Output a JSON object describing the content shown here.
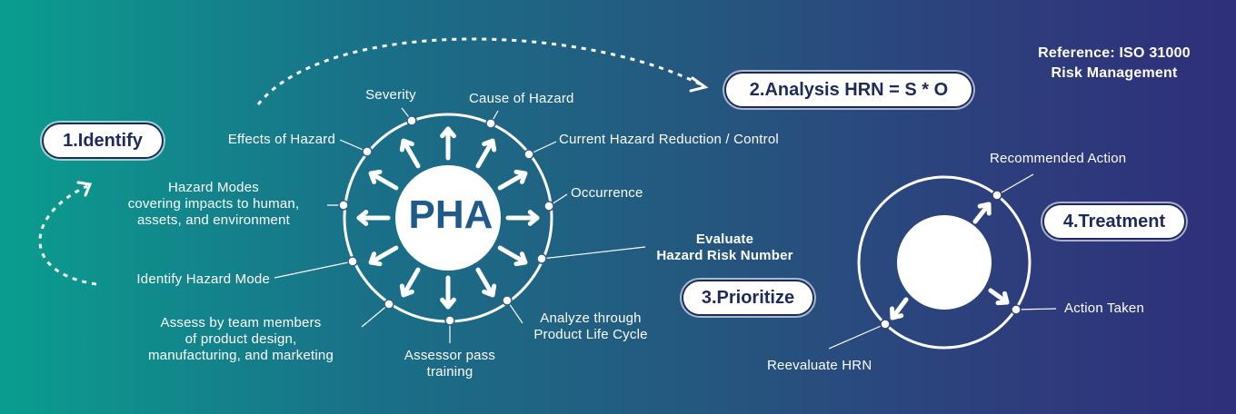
{
  "steps": {
    "identify": "1.Identify",
    "analysis": "2.Analysis HRN = S * O",
    "prioritize": "3.Prioritize",
    "treatment": "4.Treatment"
  },
  "reference": {
    "line1": "Reference: ISO 31000",
    "line2": "Risk Management"
  },
  "pha": {
    "center": "PHA",
    "labels": {
      "severity": "Severity",
      "cause": "Cause of Hazard",
      "effects": "Effects of Hazard",
      "current_control": "Current Hazard Reduction / Control",
      "hazard_modes_1": "Hazard Modes",
      "hazard_modes_2": "covering impacts to human,",
      "hazard_modes_3": "assets, and environment",
      "occurrence": "Occurrence",
      "identify_mode": "Identify Hazard Mode",
      "assess_team_1": "Assess by team members",
      "assess_team_2": "of product design,",
      "assess_team_3": "manufacturing, and marketing",
      "assessor_1": "Assessor pass",
      "assessor_2": "training",
      "lifecycle_1": "Analyze through",
      "lifecycle_2": "Product Life Cycle",
      "evaluate_1": "Evaluate",
      "evaluate_2": "Hazard Risk Number"
    }
  },
  "treatment": {
    "recommended": "Recommended Action",
    "taken": "Action Taken",
    "reevaluate": "Reevaluate HRN"
  },
  "colors": {
    "gradient_start": "#0a9d8f",
    "gradient_end": "#2f2f7a",
    "pill_text": "#1f2a5c",
    "pha_text": "#1f5a8c"
  }
}
